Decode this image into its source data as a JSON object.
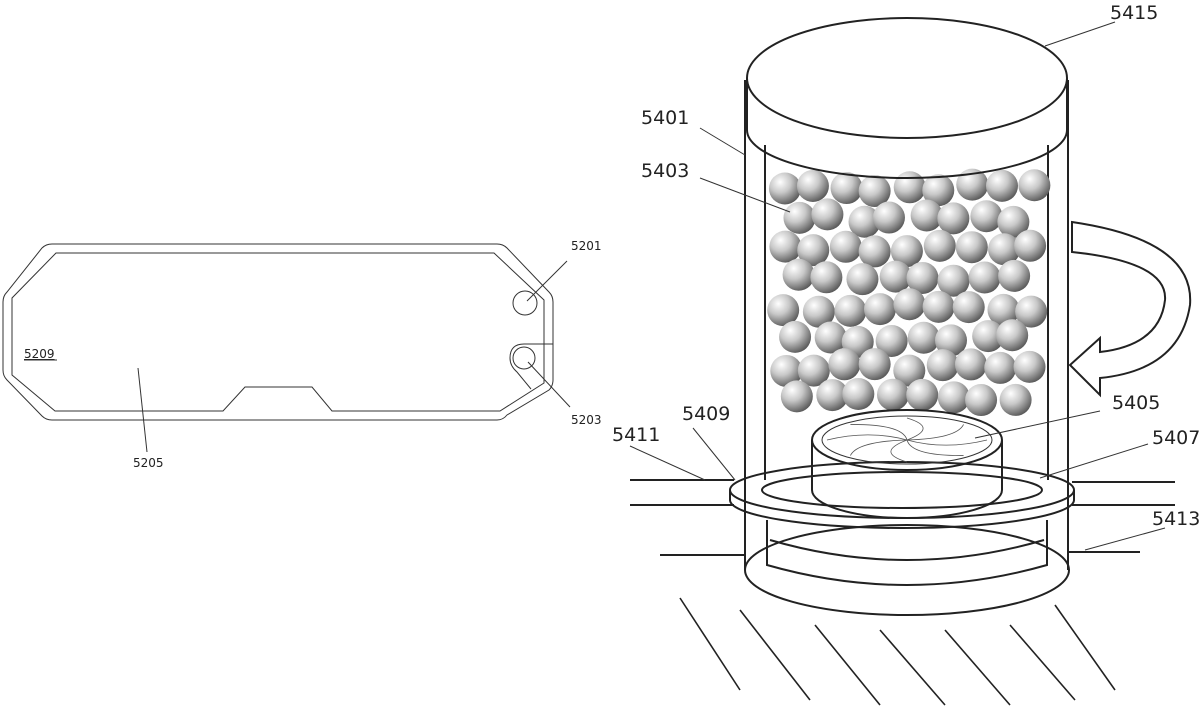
{
  "figure_left": {
    "labels": {
      "l5201": "5201",
      "l5203": "5203",
      "l5205": "5205",
      "l5209": "5209"
    }
  },
  "figure_right": {
    "labels": {
      "l5415": "5415",
      "l5401": "5401",
      "l5403": "5403",
      "l5405": "5405",
      "l5407": "5407",
      "l5409": "5409",
      "l5411": "5411",
      "l5413": "5413"
    }
  }
}
